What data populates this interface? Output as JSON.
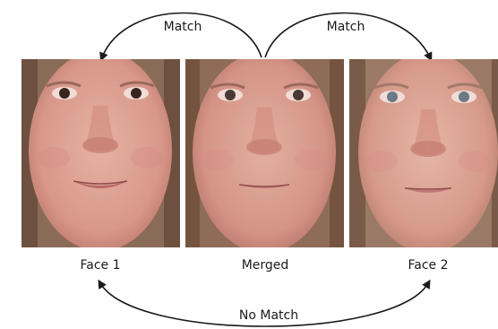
{
  "figure": {
    "top_labels": {
      "left_arc": "Match",
      "right_arc": "Match"
    },
    "bottom_label": "No Match",
    "panels": [
      {
        "caption": "Face 1",
        "expression": "smiling"
      },
      {
        "caption": "Merged",
        "expression": "slight-smile"
      },
      {
        "caption": "Face 2",
        "expression": "neutral"
      }
    ]
  }
}
